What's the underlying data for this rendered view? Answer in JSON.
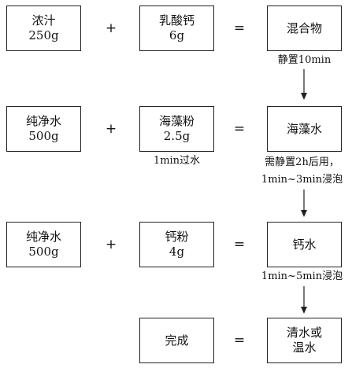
{
  "rows": [
    {
      "left": {
        "line1": "浓汁",
        "line2": "250g"
      },
      "operator": "+",
      "middle": {
        "line1": "乳酸钙",
        "line2": "6g"
      },
      "equals": "=",
      "result": {
        "line1": "混合物",
        "line2": ""
      }
    },
    {
      "left": {
        "line1": "纯净水",
        "line2": "500g"
      },
      "operator": "+",
      "middle": {
        "line1": "海藻粉",
        "line2": "2.5g"
      },
      "equals": "=",
      "result": {
        "line1": "海藻水",
        "line2": ""
      }
    },
    {
      "left": {
        "line1": "纯净水",
        "line2": "500g"
      },
      "operator": "+",
      "middle": {
        "line1": "钙粉",
        "line2": "4g"
      },
      "equals": "=",
      "result": {
        "line1": "钙水",
        "line2": ""
      }
    },
    {
      "middle": {
        "line1": "完成",
        "line2": ""
      },
      "equals": "=",
      "result": {
        "line1": "清水或",
        "line2": "温水"
      }
    }
  ],
  "notes": {
    "step1": "静置10min",
    "middle2": "1min过水",
    "step2_line1": "需静置2h后用，",
    "step2_line2": "1min~3min浸泡",
    "step3": "1min~5min浸泡"
  }
}
